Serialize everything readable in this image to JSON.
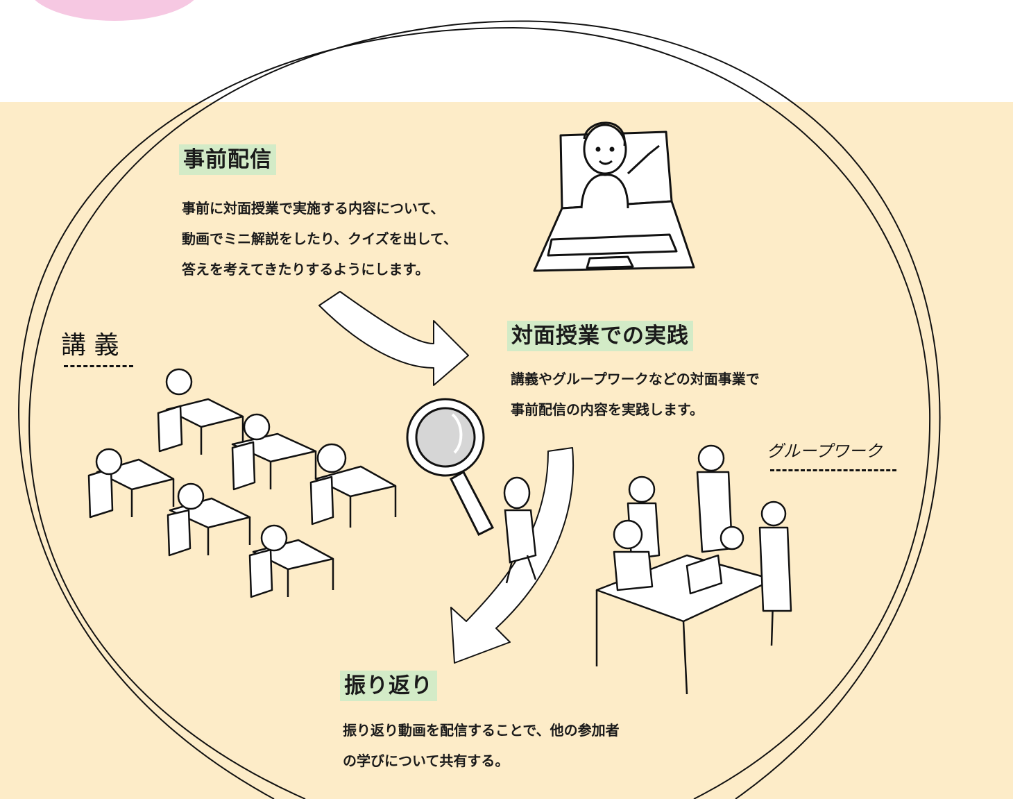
{
  "sections": {
    "pre_delivery": {
      "title": "事前配信",
      "lines": [
        "事前に対面授業で実施する内容について、",
        "動画でミニ解説をしたり、クイズを出して、",
        "答えを考えてきたりするようにします。"
      ]
    },
    "practice": {
      "title": "対面授業での実践",
      "lines": [
        "講義やグループワークなどの対面事業で",
        "事前配信の内容を実践します。"
      ]
    },
    "reflection": {
      "title": "振り返り",
      "lines": [
        "振り返り動画を配信することで、他の参加者",
        "の学びについて共有する。"
      ]
    }
  },
  "labels": {
    "lecture": "講 義",
    "group_work": "グループワーク"
  },
  "colors": {
    "background_band": "#fdecc8",
    "heading_highlight": "#d3ebc7",
    "pink_blob": "#f6c8e2",
    "ink": "#1a1a1a"
  }
}
